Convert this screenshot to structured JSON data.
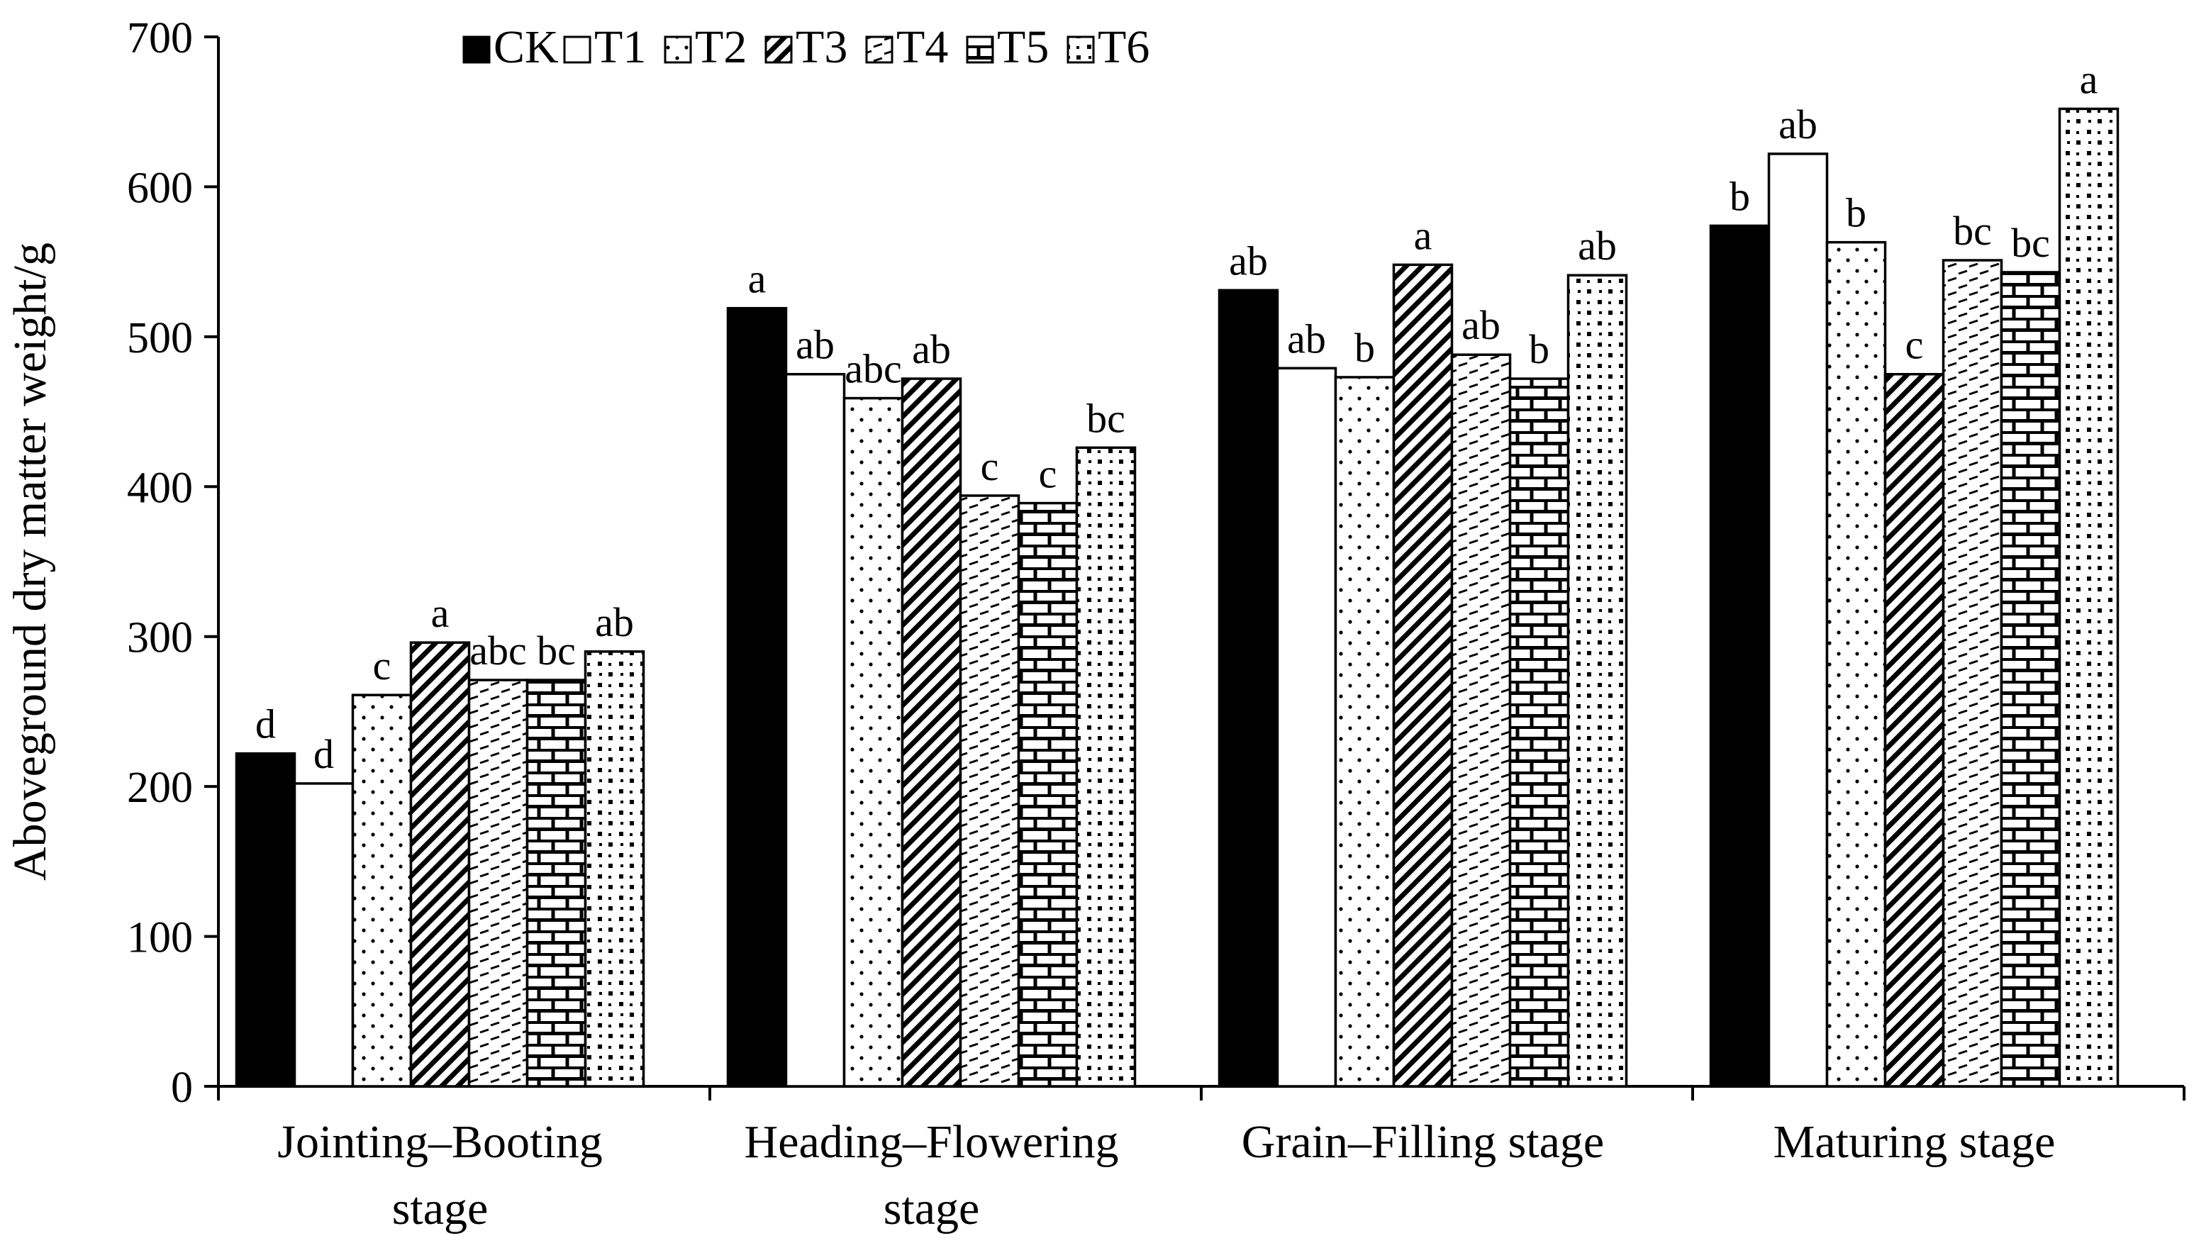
{
  "chart_data": {
    "type": "bar",
    "ylabel": "Aboveground dry matter weight/g",
    "xlabel": "",
    "ylim": [
      0,
      700
    ],
    "yticks": [
      0,
      100,
      200,
      300,
      400,
      500,
      600,
      700
    ],
    "grid": false,
    "legend_position": "top-left",
    "categories": [
      [
        "Jointing–Booting",
        "stage"
      ],
      [
        "Heading–Flowering",
        "stage"
      ],
      [
        "Grain–Filling stage"
      ],
      [
        "Maturing stage"
      ]
    ],
    "series": [
      {
        "name": "CK",
        "pattern": "solid",
        "values": [
          222,
          519,
          531,
          574
        ],
        "labels": [
          "d",
          "a",
          "ab",
          "b"
        ]
      },
      {
        "name": "T1",
        "pattern": "open",
        "values": [
          202,
          475,
          479,
          622
        ],
        "labels": [
          "d",
          "ab",
          "ab",
          "ab"
        ]
      },
      {
        "name": "T2",
        "pattern": "dots",
        "values": [
          261,
          459,
          473,
          563
        ],
        "labels": [
          "c",
          "abc",
          "b",
          "b"
        ]
      },
      {
        "name": "T3",
        "pattern": "diagonal",
        "values": [
          296,
          472,
          548,
          475
        ],
        "labels": [
          "a",
          "ab",
          "a",
          "c"
        ]
      },
      {
        "name": "T4",
        "pattern": "dashes",
        "values": [
          271,
          394,
          488,
          551
        ],
        "labels": [
          "abc",
          "c",
          "ab",
          "bc"
        ]
      },
      {
        "name": "T5",
        "pattern": "brick",
        "values": [
          271,
          389,
          472,
          543
        ],
        "labels": [
          "bc",
          "c",
          "b",
          "bc"
        ]
      },
      {
        "name": "T6",
        "pattern": "checker",
        "values": [
          290,
          426,
          541,
          652
        ],
        "labels": [
          "ab",
          "bc",
          "ab",
          "a"
        ]
      }
    ]
  }
}
